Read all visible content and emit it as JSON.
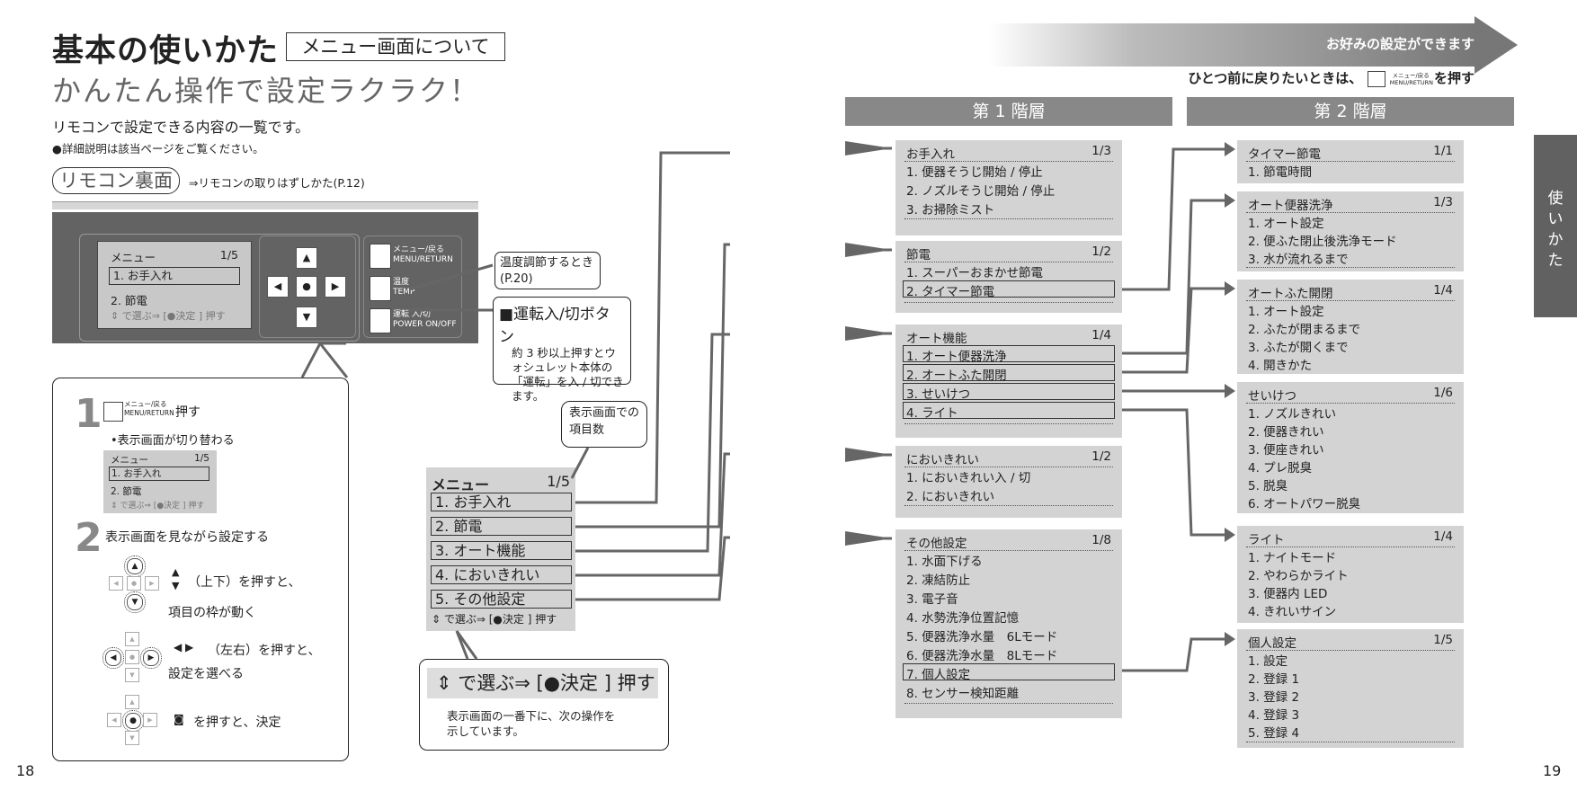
{
  "header": {
    "title": "基本の使いかた",
    "tag": "メニュー画面について",
    "subtitle": "かんたん操作で設定ラクラク！",
    "intro": "リモコンで設定できる内容の一覧です。",
    "detail_note": "●詳細説明は該当ページをご覧ください。",
    "remote_back": "リモコン裏面",
    "remote_back_link": "⇒リモコンの取りはずしかた(P.12)"
  },
  "remote": {
    "lcd_title": "メニュー",
    "lcd_page": "1/5",
    "lcd_item1": "1. お手入れ",
    "lcd_item2": "2. 節電",
    "lcd_hint": "⇕ で選ぶ⇒ [●決定 ] 押す",
    "btn_menu": "メニュー/戻る\nMENU/RETURN",
    "btn_temp": "温度\nTEMP",
    "btn_power": "運転 入/切\nPOWER ON/OFF"
  },
  "notes": {
    "temp": "温度調節するとき(P.20)",
    "power_head": "■運転入/切ボタン",
    "power_body": "約 3 秒以上押すとウォシュレット本体の「運転」を入 / 切できます。",
    "items_count": "表示画面での項目数"
  },
  "steps": {
    "step1_num": "1",
    "step1_btn": "メニュー/戻る MENU/RETURN",
    "step1_text": "押す",
    "step1_note": "•表示画面が切り替わる",
    "mini_title": "メニュー",
    "mini_page": "1/5",
    "mini_item1": "1. お手入れ",
    "mini_item2": "2. 節電",
    "mini_hint": "⇕ で選ぶ⇒ [●決定 ] 押す",
    "step2_num": "2",
    "step2_text": "表示画面を見ながら設定する",
    "updown_text": "（上下）を押すと、",
    "updown_text2": "項目の枠が動く",
    "leftright_text": "（左右）を押すと、",
    "leftright_text2": "設定を選べる",
    "enter_text": "を押すと、決定"
  },
  "main_menu": {
    "title": "メニュー",
    "page": "1/5",
    "items": [
      "1. お手入れ",
      "2. 節電",
      "3. オート機能",
      "4. においきれい",
      "5. その他設定"
    ],
    "hint": "⇕ で選ぶ⇒ [●決定 ] 押す"
  },
  "instruction": {
    "bar": "⇕ で選ぶ⇒ [●決定 ] 押す",
    "text1": "表示画面の一番下に、次の操作を",
    "text2": "示しています。"
  },
  "pages": {
    "left": "18",
    "right": "19"
  },
  "banner": {
    "text": "お好みの設定ができます",
    "back_note": "ひとつ前に戻りたいときは、",
    "back_btn": "メニュー/戻る MENU/RETURN",
    "back_tail": "を押す"
  },
  "columns": {
    "level1": "第 1 階層",
    "level2": "第 2 階層"
  },
  "level1": [
    {
      "title": "お手入れ",
      "page": "1/3",
      "items": [
        "1. 便器そうじ開始 / 停止",
        "2. ノズルそうじ開始 / 停止",
        "3. お掃除ミスト"
      ]
    },
    {
      "title": "節電",
      "page": "1/2",
      "items": [
        "1. スーパーおまかせ節電",
        "2. タイマー節電"
      ]
    },
    {
      "title": "オート機能",
      "page": "1/4",
      "items": [
        "1. オート便器洗浄",
        "2. オートふた開閉",
        "3. せいけつ",
        "4. ライト"
      ]
    },
    {
      "title": "においきれい",
      "page": "1/2",
      "items": [
        "1. においきれい入 / 切",
        "2. においきれい"
      ]
    },
    {
      "title": "その他設定",
      "page": "1/8",
      "items": [
        "1. 水面下げる",
        "2. 凍結防止",
        "3. 電子音",
        "4. 水勢洗浄位置記憶",
        "5. 便器洗浄水量　6Lモード",
        "6. 便器洗浄水量　8Lモード",
        "7. 個人設定",
        "8. センサー検知距離"
      ]
    }
  ],
  "level2": [
    {
      "title": "タイマー節電",
      "page": "1/1",
      "items": [
        "1. 節電時間"
      ]
    },
    {
      "title": "オート便器洗浄",
      "page": "1/3",
      "items": [
        "1. オート設定",
        "2. 便ふた閉止後洗浄モード",
        "3. 水が流れるまで"
      ]
    },
    {
      "title": "オートふた開閉",
      "page": "1/4",
      "items": [
        "1. オート設定",
        "2. ふたが閉まるまで",
        "3. ふたが開くまで",
        "4. 開きかた"
      ]
    },
    {
      "title": "せいけつ",
      "page": "1/6",
      "items": [
        "1. ノズルきれい",
        "2. 便器きれい",
        "3. 便座きれい",
        "4. プレ脱臭",
        "5. 脱臭",
        "6. オートパワー脱臭"
      ]
    },
    {
      "title": "ライト",
      "page": "1/4",
      "items": [
        "1. ナイトモード",
        "2. やわらかライト",
        "3. 便器内 LED",
        "4. きれいサイン"
      ]
    },
    {
      "title": "個人設定",
      "page": "1/5",
      "items": [
        "1. 設定",
        "2. 登録 1",
        "3. 登録 2",
        "4. 登録 3",
        "5. 登録 4"
      ]
    }
  ],
  "side_tab": "使いかた",
  "colors": {
    "panel": "#d3d3d3",
    "column_header": "#888888",
    "remote": "#636363",
    "tab": "#616161"
  }
}
